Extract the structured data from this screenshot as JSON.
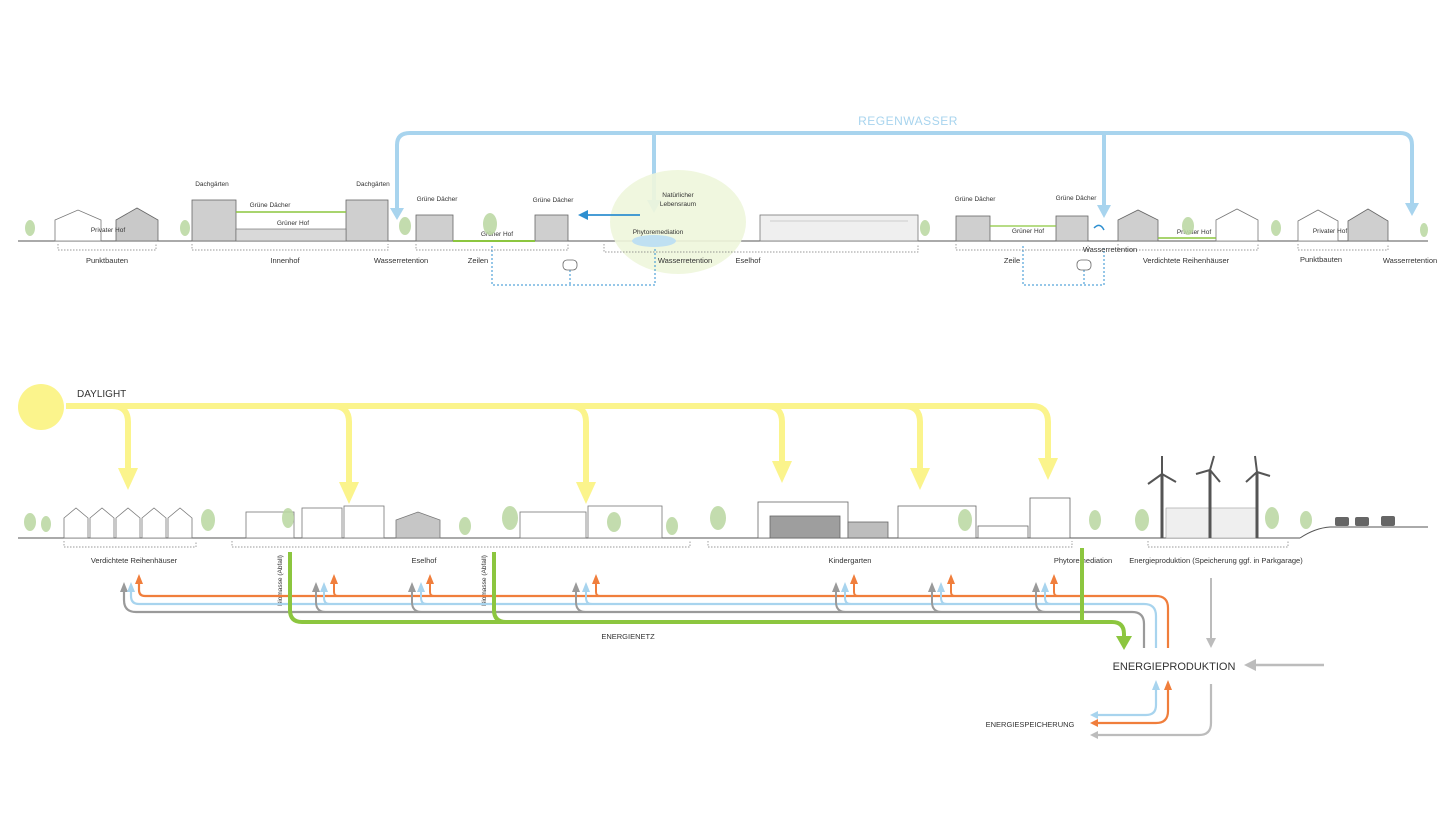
{
  "top_section": {
    "heading": "REGENWASSER",
    "zones": {
      "punktbauten_left": "Punktbauten",
      "innenhof": "Innenhof",
      "wasserretention_1": "Wasserretention",
      "zeilen": "Zeilen",
      "wasserretention_2": "Wasserretention",
      "eselhof": "Eselhof",
      "zeile": "Zeile",
      "wasserretention_3": "Wasserretention",
      "verdichtete_reihenhaeuser": "Verdichtete Reihenhäuser",
      "punktbauten_right": "Punktbauten",
      "wasserretention_4": "Wasserretention"
    },
    "callouts": {
      "privater_hof_1": "Privater Hof",
      "dachgaerten_1": "Dachgärten",
      "gruene_daecher_1": "Grüne Dächer",
      "gruener_hof_1": "Grüner Hof",
      "dachgaerten_2": "Dachgärten",
      "gruene_daecher_2": "Grüne Dächer",
      "gruener_hof_2": "Grüner Hof",
      "gruene_daecher_3": "Grüne Dächer",
      "natuerlicher": "Natürlicher",
      "lebensraum": "Lebensraum",
      "phytoremediation": "Phytoremediation",
      "gruene_daecher_4": "Grüne Dächer",
      "gruene_daecher_5": "Grüne Dächer",
      "gruener_hof_3": "Grüner Hof",
      "privater_hof_2": "Privater Hof",
      "privater_hof_3": "Privater Hof"
    }
  },
  "bottom_section": {
    "daylight": "DAYLIGHT",
    "zones": {
      "verdichtete_reihenhaeuser": "Verdichtete Reihenhäuser",
      "eselhof": "Eselhof",
      "kindergarten": "Kindergarten",
      "phytoremediation": "Phytoremediation",
      "energieproduktion_note": "Energieproduktion (Speicherung ggf. in Parkgarage)"
    },
    "biomasse_1": "Biomasse (Abfall)",
    "biomasse_2": "Biomasse (Abfall)",
    "energienetz": "ENERGIENETZ",
    "energieproduktion": "ENERGIEPRODUKTION",
    "energiespeicherung": "ENERGIESPEICHERUNG"
  },
  "colors": {
    "rain_blue": "#a8d4ee",
    "water_blue": "#2e8fd0",
    "sun_yellow": "#fbf48c",
    "green": "#8cc63f",
    "orange": "#f07e3c",
    "grey": "#9a9a9a",
    "light_blue": "#a8d4ee",
    "building": "#d4d4d4",
    "building_dark": "#bdbdbd"
  }
}
